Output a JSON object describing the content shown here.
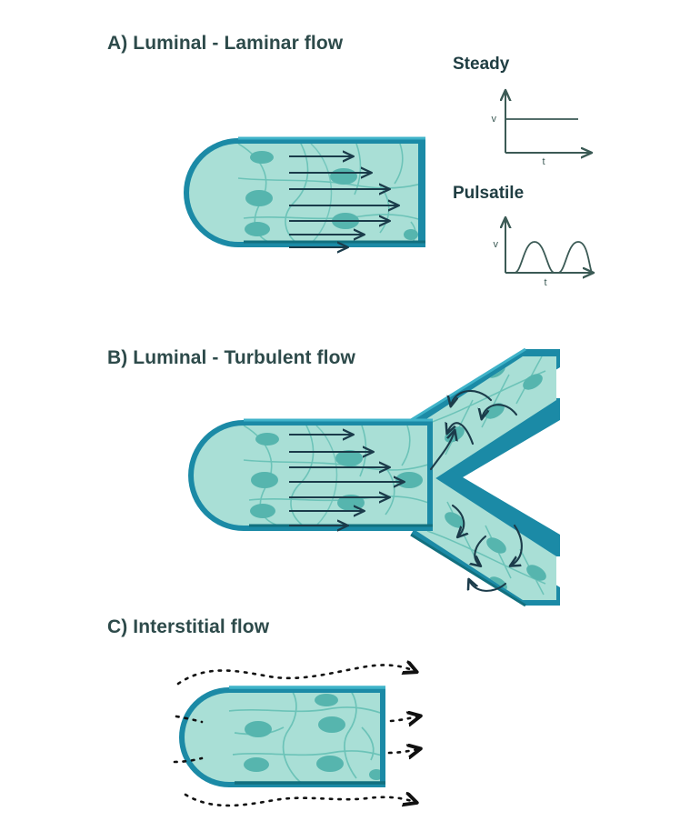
{
  "figure": {
    "background_color": "#ffffff",
    "panels": [
      {
        "id": "A",
        "label": "A) Luminal - Laminar flow"
      },
      {
        "id": "B",
        "label": "B) Luminal - Turbulent flow"
      },
      {
        "id": "C",
        "label": "C) Interstitial flow"
      }
    ]
  },
  "waveforms": [
    {
      "title": "Steady",
      "y_axis_label": "v",
      "x_axis_label": "t",
      "shape": "flat-line"
    },
    {
      "title": "Pulsatile",
      "y_axis_label": "v",
      "x_axis_label": "t",
      "shape": "two-humps"
    }
  ],
  "colors": {
    "heading_text": "#2d4a4a",
    "wave_heading_text": "#1f3d42",
    "vessel_wall": "#1b8aa6",
    "vessel_wall_dark": "#12707f",
    "vessel_wall_highlight": "#3fb3c9",
    "cell_body": "#a9dfd6",
    "cell_body_alt": "#9ed8cf",
    "cell_outline": "#6cc3b8",
    "nucleus": "#56b5ae",
    "flow_arrow": "#1b3b4a",
    "axis_line": "#3b5a55",
    "dashed_arrow": "#111111"
  },
  "flow_arrows": {
    "laminar_panel_a_count": 7,
    "laminar_panel_b_count": 7,
    "turbulent_eddy_count": 7,
    "interstitial_dashed_paths": 6,
    "profile": "parabolic velocity profile"
  }
}
